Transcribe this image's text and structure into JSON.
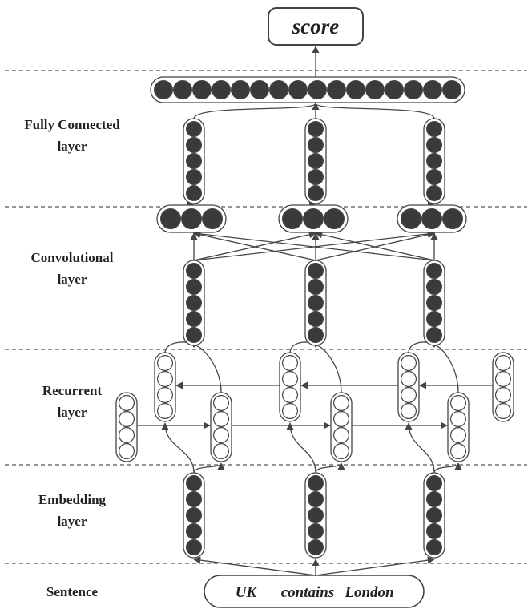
{
  "output": {
    "label": "score"
  },
  "layers": [
    {
      "id": "fully-connected",
      "line1": "Fully Connected",
      "line2": "layer"
    },
    {
      "id": "convolutional",
      "line1": "Convolutional",
      "line2": "layer"
    },
    {
      "id": "recurrent",
      "line1": "Recurrent",
      "line2": "layer"
    },
    {
      "id": "embedding",
      "line1": "Embedding",
      "line2": "layer"
    },
    {
      "id": "sentence",
      "line1": "Sentence",
      "line2": ""
    }
  ],
  "sentence": {
    "words": [
      "UK",
      "contains",
      "London"
    ]
  },
  "colors": {
    "neuron_filled": "#3a3a3a",
    "neuron_empty": "#ffffff",
    "stroke": "#444444",
    "separator": "#555555"
  }
}
